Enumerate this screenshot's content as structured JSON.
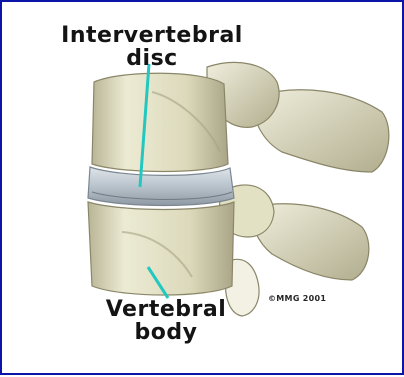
{
  "labels": {
    "intervertebral_disc_line1": "Intervertebral",
    "intervertebral_disc_line2": "disc",
    "vertebral_body_line1": "Vertebral",
    "vertebral_body_line2": "body"
  },
  "copyright": "©MMG 2001",
  "colors": {
    "border": "#0b16a8",
    "bone": "#e7e5c9",
    "bone_shadow": "#9c9879",
    "disc": "#c9d2da",
    "pointer": "#22c8c0",
    "text": "#141414"
  }
}
